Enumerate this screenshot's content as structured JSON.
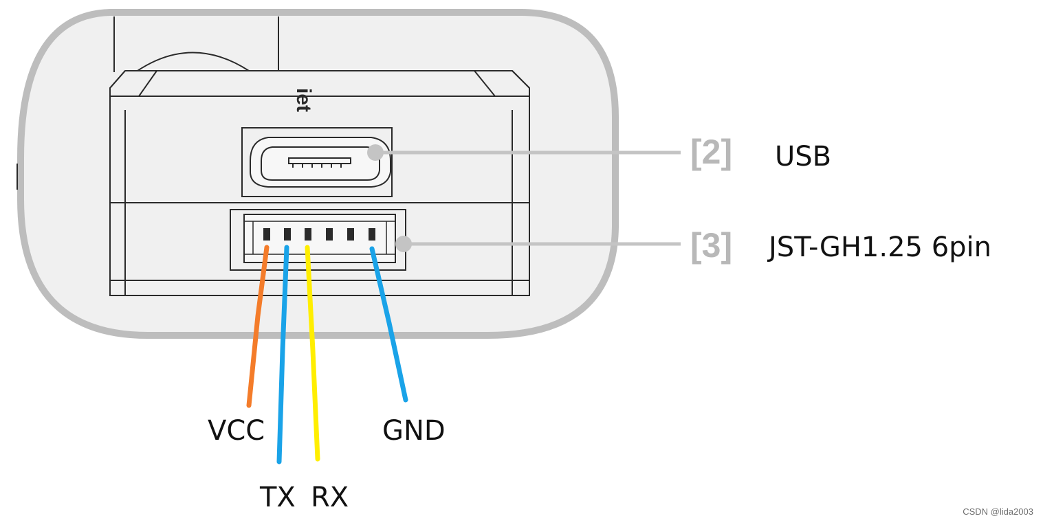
{
  "device": {
    "case_text": "iet"
  },
  "callouts": [
    {
      "number": "[2]",
      "label": "USB"
    },
    {
      "number": "[3]",
      "label": "JST-GH1.25 6pin"
    }
  ],
  "wires": [
    {
      "name": "VCC",
      "color": "#f47c2a",
      "pin": 1
    },
    {
      "name": "TX",
      "color": "#1aa3e8",
      "pin": 2
    },
    {
      "name": "RX",
      "color": "#ffee00",
      "pin": 3
    },
    {
      "name": "GND",
      "color": "#1aa3e8",
      "pin": 6
    }
  ],
  "colors": {
    "outline": "#bdbdbd",
    "body_fill": "#f0f0f0",
    "line": "#2a2a2a",
    "callout_line": "#c4c4c4"
  },
  "watermark": "CSDN @lida2003"
}
